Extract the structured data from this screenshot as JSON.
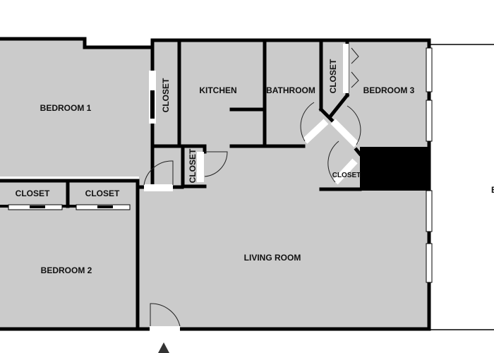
{
  "floorplan": {
    "rooms": {
      "bedroom1": "BEDROOM 1",
      "closet_vertical": "CLOSET",
      "kitchen": "KITCHEN",
      "bathroom": "BATHROOM",
      "closet_bath": "CLOSET",
      "bedroom3": "BEDROOM 3",
      "closet_small": "CLOSET",
      "closet_diag": "CLOSET",
      "closet_left": "CLOSET",
      "closet_mid": "CLOSET",
      "bedroom2": "BEDROOM 2",
      "living_room": "LIVING ROOM",
      "cut_off_label": "B"
    },
    "colors": {
      "floor": "#cbcbcb",
      "wall": "#000000",
      "background": "#ffffff"
    },
    "entrance_icon": "triangle-arrow-up"
  }
}
